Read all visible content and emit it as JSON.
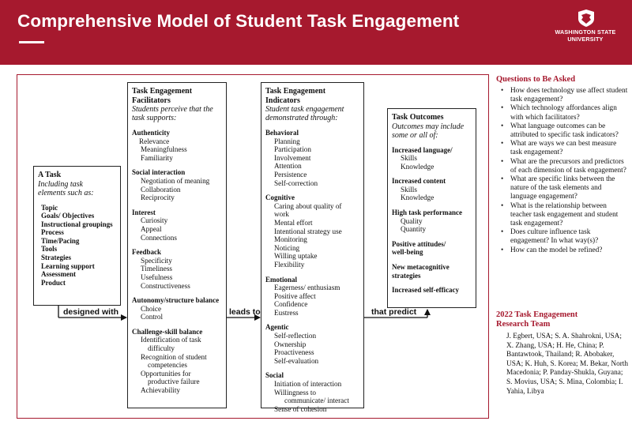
{
  "theme": {
    "brand": "#A6192E",
    "ink": "#111111",
    "frame": "#A6192E"
  },
  "header": {
    "title": "Comprehensive Model of Student Task Engagement",
    "logo_line1": "WASHINGTON STATE",
    "logo_line2": "UNIVERSITY"
  },
  "model": {
    "task": {
      "title": "A Task",
      "subtitle": [
        "Including task",
        "elements such as:"
      ],
      "items": [
        "Topic",
        "Goals/ Objectives",
        "Instructional groupings",
        "Process",
        "Time/Pacing",
        "Tools",
        "Strategies",
        "Learning support",
        "Assessment",
        "Product"
      ]
    },
    "facilitators": {
      "title": "Task Engagement Facilitators",
      "subtitle": [
        "Students perceive that the",
        "task supports:"
      ],
      "authenticity": {
        "heading": "Authenticity",
        "items": [
          "Relevance",
          "Meaningfulness",
          "Familiarity"
        ]
      },
      "social": {
        "heading": "Social interaction",
        "items": [
          "Negotiation of meaning",
          "Collaboration",
          "Reciprocity"
        ]
      },
      "interest": {
        "heading": "Interest",
        "items": [
          "Curiosity",
          "Appeal",
          "Connections"
        ]
      },
      "feedback": {
        "heading": "Feedback",
        "items": [
          "Specificity",
          "Timeliness",
          "Usefulness",
          "Constructiveness"
        ]
      },
      "autonomy": {
        "heading": "Autonomy/structure balance",
        "items": [
          "Choice",
          "Control"
        ]
      },
      "challenge": {
        "heading": "Challenge-skill balance",
        "items": [
          "Identification of task difficulty",
          "Recognition of student competencies",
          "Opportunities for productive failure",
          "Achievability"
        ]
      }
    },
    "indicators": {
      "title": "Task Engagement Indicators",
      "subtitle": [
        "Student task engagement",
        "demonstrated through:"
      ],
      "behavioral": {
        "heading": "Behavioral",
        "items": [
          "Planning",
          "Participation",
          "Involvement",
          "Attention",
          "Persistence",
          "Self-correction"
        ]
      },
      "cognitive": {
        "heading": "Cognitive",
        "items": [
          "Caring about quality of work",
          "Mental effort",
          "Intentional strategy use",
          "Monitoring",
          "Noticing",
          "Willing uptake",
          "Flexibility"
        ]
      },
      "emotional": {
        "heading": "Emotional",
        "items": [
          "Eagerness/ enthusiasm",
          "Positive affect",
          "Confidence",
          "Eustress"
        ]
      },
      "agentic": {
        "heading": "Agentic",
        "items": [
          "Self-reflection",
          "Ownership",
          "Proactiveness",
          "Self-evaluation"
        ]
      },
      "social": {
        "heading": "Social",
        "items": [
          "Initiation of interaction",
          "Willingness to",
          "communicate/ interact",
          "Sense of cohesion"
        ]
      }
    },
    "outcomes": {
      "title": "Task Outcomes",
      "subtitle": [
        "Outcomes may include",
        "some or all of:"
      ],
      "language": {
        "heading": "Increased language/",
        "items": [
          "Skills",
          "Knowledge"
        ]
      },
      "content": {
        "heading": "Increased content",
        "items": [
          "Skills",
          "Knowledge"
        ]
      },
      "performance": {
        "heading": "High task performance",
        "items": [
          "Quality",
          "Quantity"
        ]
      },
      "attitudes": [
        "Positive attitudes/",
        "well-being"
      ],
      "metacognitive": [
        "New metacognitive",
        "strategies"
      ],
      "efficacy": "Increased self-efficacy"
    },
    "arrows": {
      "designed_with": "designed with",
      "leads_to": "leads to",
      "that_predict": "that predict"
    }
  },
  "questions": {
    "heading": "Questions to Be Asked",
    "items": [
      "How does technology use affect student task engagement?",
      "Which technology affordances align with which facilitators?",
      "What language outcomes can be attributed to specific task indicators?",
      "What are ways we can best measure task engagement?",
      "What are the precursors and predictors of each dimension of task engagement?",
      "What are specific links between the nature of the task elements and language engagement?",
      "What is the relationship between teacher task engagement and student task engagement?",
      "Does culture influence task engagement? In what way(s)?",
      "How can the model be refined?"
    ]
  },
  "team": {
    "heading_line1": "2022 Task Engagement",
    "heading_line2": "Research Team",
    "members": "J. Egbert, USA; S. A. Shahrokni, USA; X. Zhang, USA; H. He, China; P. Bantawtook, Thailand; R. Abobaker, USA; K. Huh, S. Korea; M. Bekar, North Macedonia; P. Panday-Shukla, Guyana; S. Movius, USA; S. Mina, Colombia; I. Yahia, Libya"
  }
}
